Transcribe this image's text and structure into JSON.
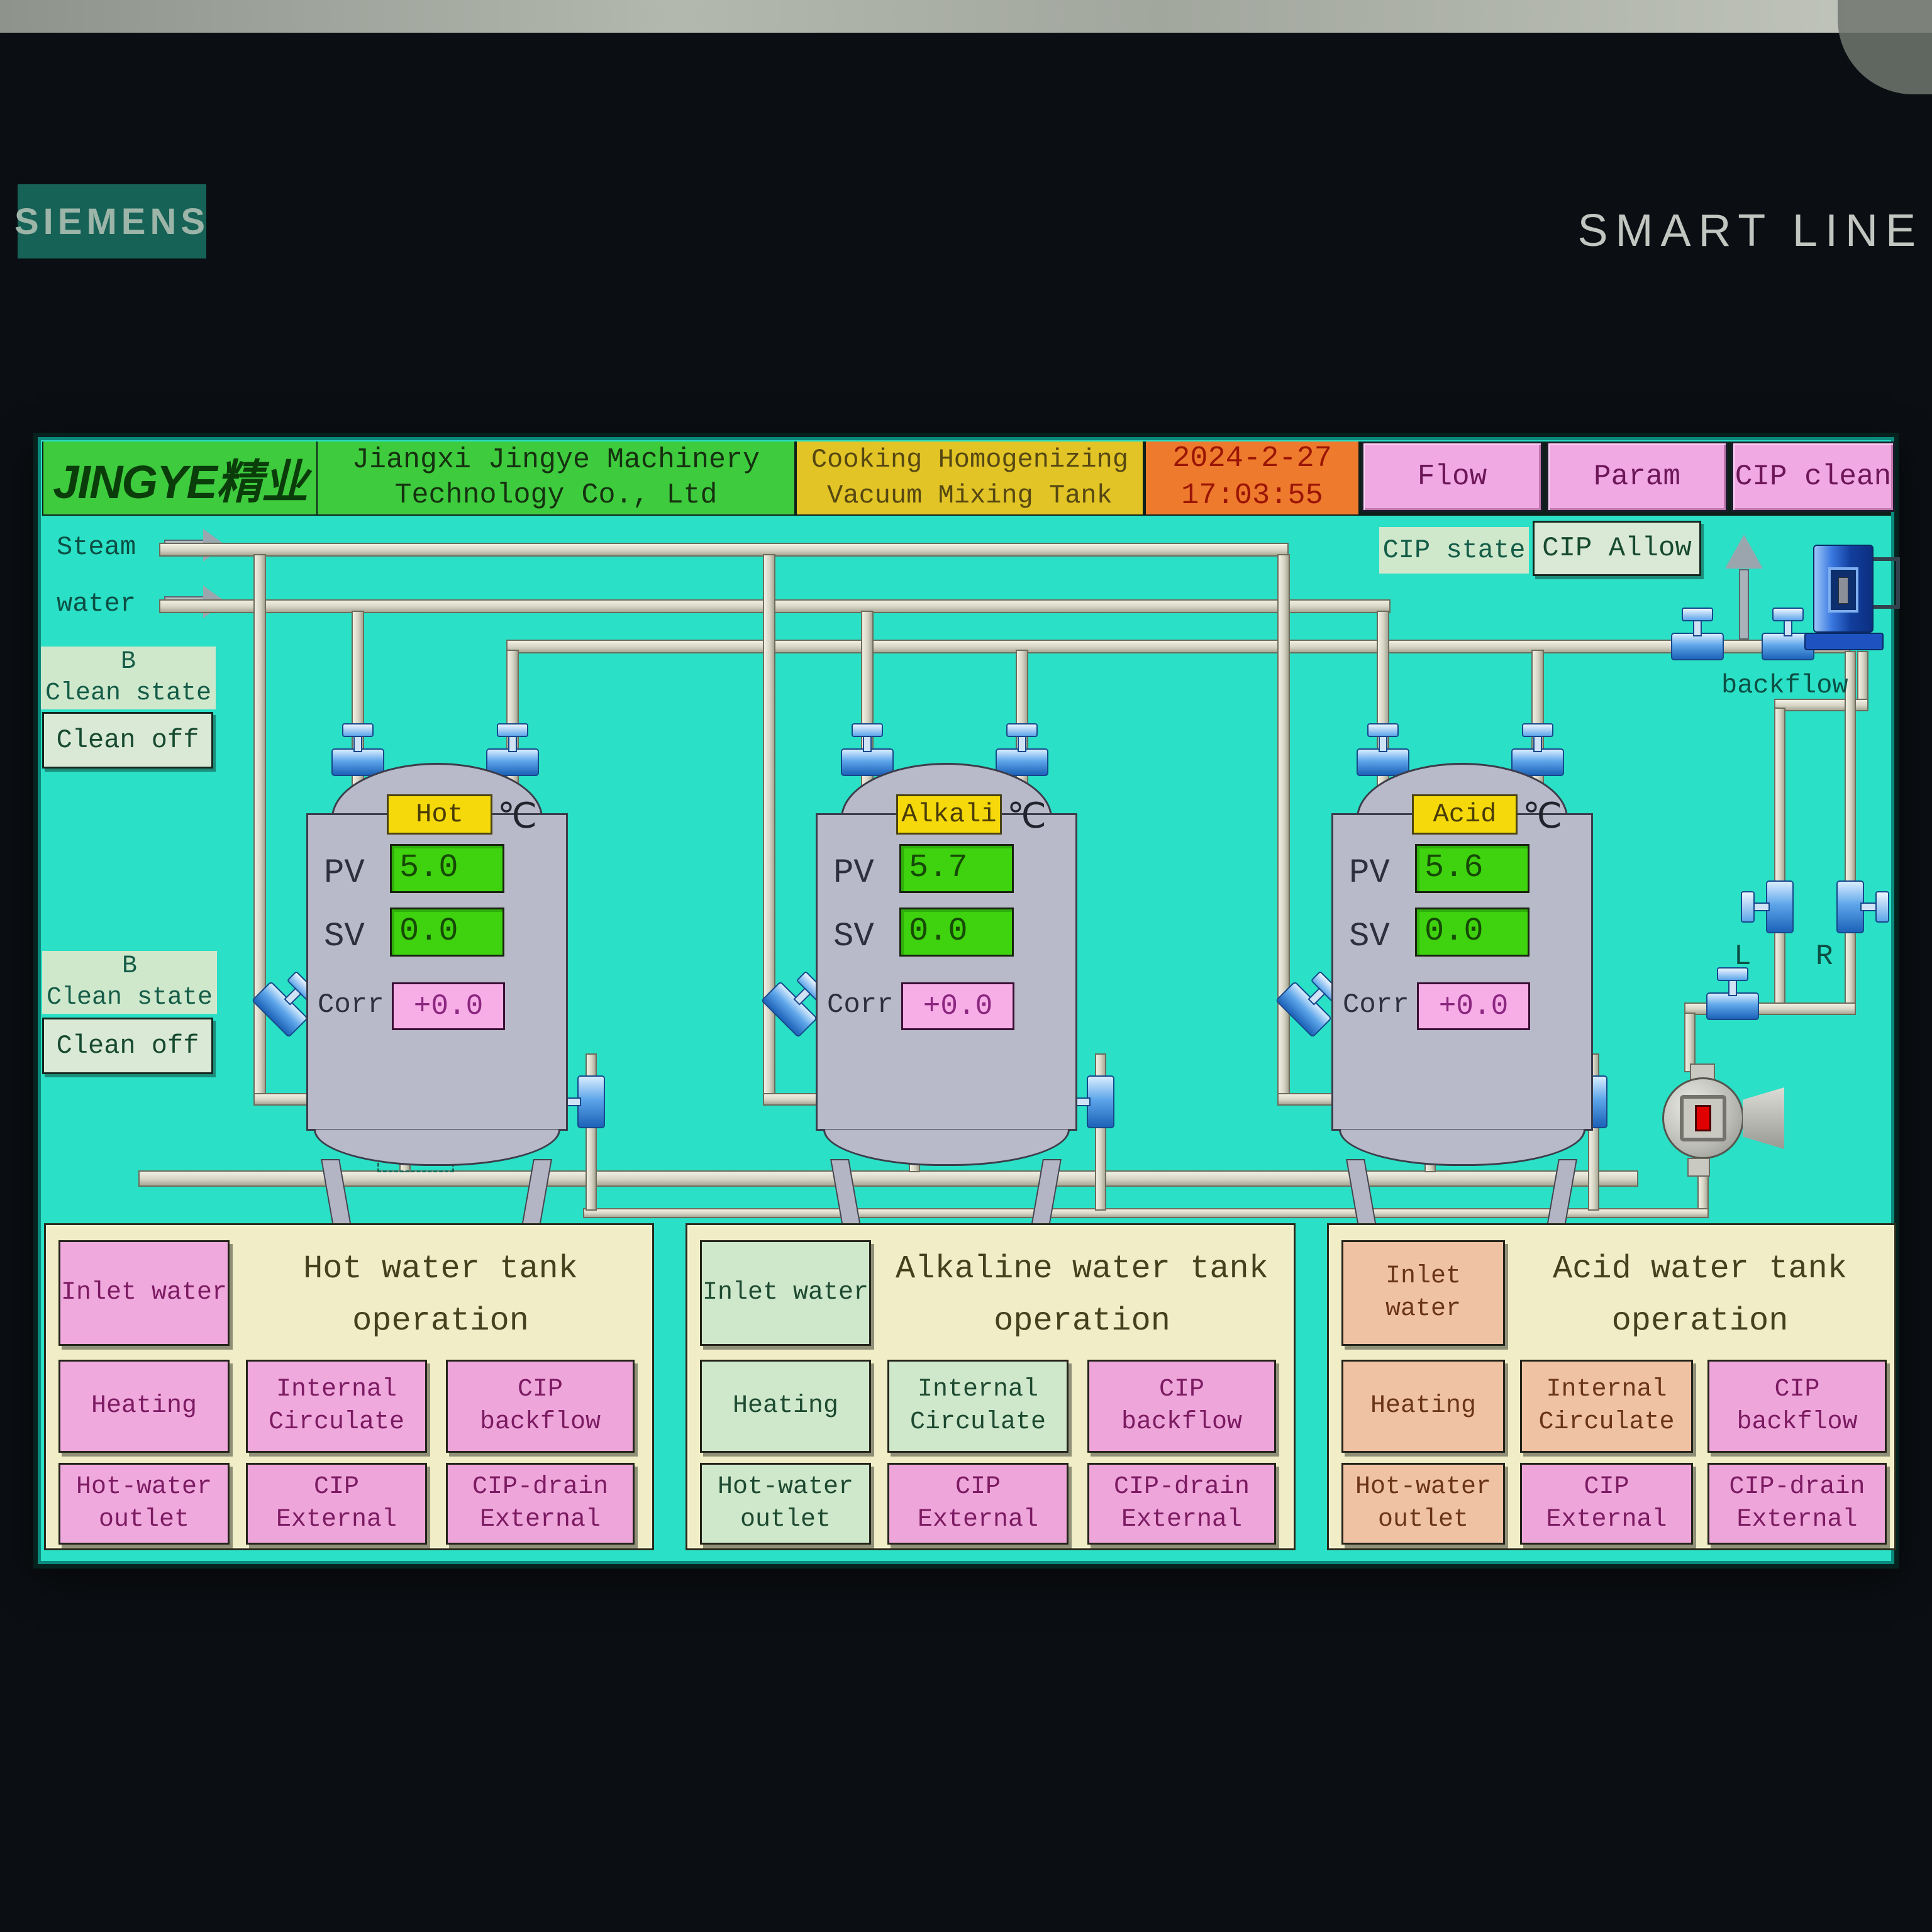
{
  "device": {
    "brand": "SIEMENS",
    "series": "SMART LINE"
  },
  "header": {
    "logo": "JINGYE精业",
    "company": "Jiangxi Jingye Machinery\nTechnology Co., Ltd",
    "screen_title": "Cooking Homogenizing\nVacuum Mixing Tank",
    "date": "2024-2-27",
    "time": "17:03:55"
  },
  "nav": {
    "flow": "Flow",
    "param": "Param",
    "cip_clean": "CIP clean"
  },
  "labels": {
    "steam": "Steam",
    "water": "water",
    "cip_state": "CIP state",
    "cip_allow": "CIP Allow",
    "clean_state": "B\nClean state",
    "clean_off": "Clean off",
    "backflow": "backflow",
    "left": "L",
    "right": "R"
  },
  "tanks": [
    {
      "tag": "Hot",
      "unit": "℃",
      "pv_label": "PV",
      "pv": "5.0",
      "sv_label": "SV",
      "sv": "0.0",
      "corr_label": "Corr",
      "corr": "+0.0"
    },
    {
      "tag": "Alkali",
      "unit": "℃",
      "pv_label": "PV",
      "pv": "5.7",
      "sv_label": "SV",
      "sv": "0.0",
      "corr_label": "Corr",
      "corr": "+0.0"
    },
    {
      "tag": "Acid",
      "unit": "℃",
      "pv_label": "PV",
      "pv": "5.6",
      "sv_label": "SV",
      "sv": "0.0",
      "corr_label": "Corr",
      "corr": "+0.0"
    }
  ],
  "panels": [
    {
      "title": "Hot water tank\noperation",
      "buttons": [
        "Inlet water",
        "Heating",
        "Internal\nCirculate",
        "CIP\nbackflow",
        "Hot-water\noutlet",
        "CIP\nExternal",
        "CIP-drain\nExternal"
      ]
    },
    {
      "title": "Alkaline water tank\noperation",
      "buttons": [
        "Inlet water",
        "Heating",
        "Internal\nCirculate",
        "CIP\nbackflow",
        "Hot-water\noutlet",
        "CIP\nExternal",
        "CIP-drain\nExternal"
      ]
    },
    {
      "title": "Acid water tank\noperation",
      "buttons": [
        "Inlet water",
        "Heating",
        "Internal\nCirculate",
        "CIP\nbackflow",
        "Hot-water\noutlet",
        "CIP\nExternal",
        "CIP-drain\nExternal"
      ]
    }
  ],
  "colors": {
    "screen_bg": "#2ae0c6",
    "header_green": "#3ecb3e",
    "title_yellow": "#e2c426",
    "datetime_orange": "#ee7a2e",
    "button_pink": "#f0a9e2",
    "mint": "#cfe8cc",
    "value_green": "#3fd20e",
    "corr_pink": "#f7aee7",
    "tag_yellow": "#f5d90a",
    "panel_cream": "#f1edc6",
    "salmon": "#f0c2a4",
    "tank_gray": "#b9bac9",
    "pipe_gray": "#d8d7c9",
    "valve_blue": "#2f7fd4",
    "alarm_red": "#dd0000"
  }
}
